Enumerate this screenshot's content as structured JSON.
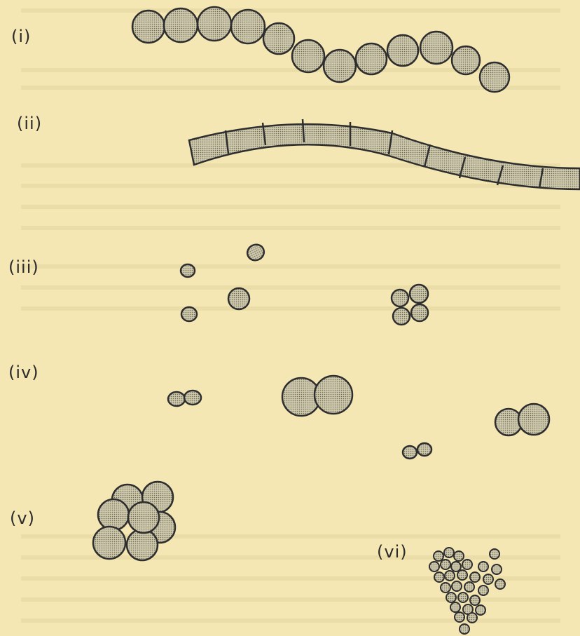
{
  "labels": {
    "i": "(i)",
    "ii": "(ii)",
    "iii": "(iii)",
    "iv": "(iv)",
    "v": "(v)",
    "vi": "(vi)"
  },
  "colors": {
    "paper": "#f4e7b4",
    "cell_fill": "#c8c2a6",
    "cell_stroke": "#2e2e2e"
  }
}
